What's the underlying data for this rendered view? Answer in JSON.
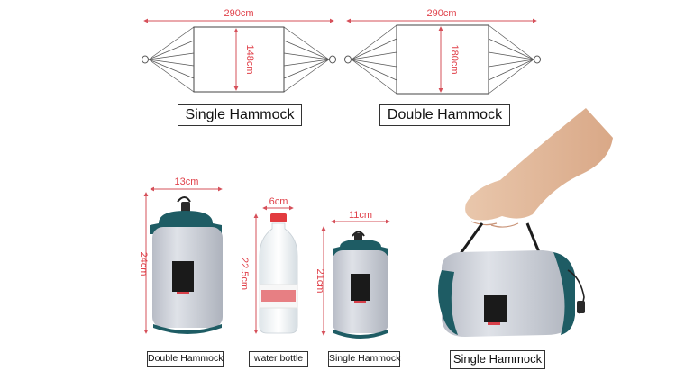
{
  "hammock_diagrams": [
    {
      "width_label": "290cm",
      "height_label": "148cm",
      "caption": "Single Hammock"
    },
    {
      "width_label": "290cm",
      "height_label": "180cm",
      "caption": "Double Hammock"
    }
  ],
  "products": {
    "double_bag": {
      "width_label": "13cm",
      "height_label": "24cm",
      "caption": "Double Hammock"
    },
    "water_bottle": {
      "width_label": "6cm",
      "height_label": "22.5cm",
      "caption": "water bottle"
    },
    "single_bag": {
      "width_label": "11cm",
      "height_label": "21cm",
      "caption": "Single Hammock"
    },
    "hand_photo": {
      "caption": "Single Hammock"
    }
  },
  "colors": {
    "dimension": "#e0414a",
    "bag_gray": "#cfd3dc",
    "bag_teal": "#1d5b63",
    "badge": "#1a1a1a"
  }
}
